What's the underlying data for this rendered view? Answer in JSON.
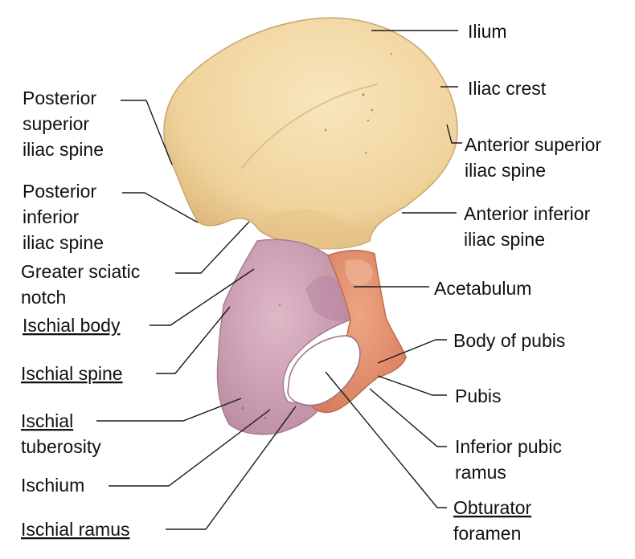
{
  "labels": {
    "ilium": [
      "Ilium"
    ],
    "iliac_crest": [
      "Iliac crest"
    ],
    "asis": [
      "Anterior superior",
      "iliac spine"
    ],
    "aiis": [
      "Anterior inferior",
      "iliac spine"
    ],
    "acetabulum": [
      "Acetabulum"
    ],
    "body_of_pubis": [
      "Body of pubis"
    ],
    "pubis": [
      "Pubis"
    ],
    "inferior_pubic_ramus": [
      "Inferior pubic",
      "ramus"
    ],
    "obturator_foramen": [
      "Obturator",
      "foramen"
    ],
    "psis": [
      "Posterior",
      "superior",
      "iliac spine"
    ],
    "piis": [
      "Posterior",
      "inferior",
      "iliac spine"
    ],
    "greater_sciatic_notch": [
      "Greater sciatic",
      "notch"
    ],
    "ischial_body": [
      "Ischial body"
    ],
    "ischial_spine": [
      "Ischial spine"
    ],
    "ischial_tuberosity": [
      "Ischial",
      "tuberosity"
    ],
    "ischium": [
      "Ischium"
    ],
    "ischial_ramus": [
      "Ischial ramus"
    ]
  },
  "colors": {
    "ilium_bone": "#f2d9a6",
    "ischium_bone": "#cfa1b5",
    "pubis_bone": "#e4906f",
    "leader_line": "#1a1a1a"
  }
}
